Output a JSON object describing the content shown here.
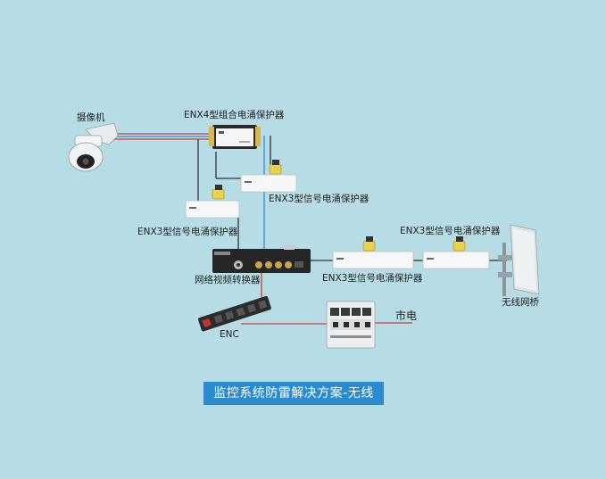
{
  "labels": {
    "camera": "摄像机",
    "enx4": "ENX4型组合电涌保护器",
    "enx3_a": "ENX3型信号电涌保护器",
    "enx3_b": "ENX3型信号电涌保护器",
    "enx3_c": "ENX3型信号电涌保护器",
    "enx3_d": "ENX3型信号电涌保护器",
    "converter": "网络视频转换器",
    "bridge": "无线网桥",
    "enc": "ENC",
    "mains": "市电"
  },
  "title": "监控系统防雷解决方案-无线",
  "colors": {
    "background": "#b6dde6",
    "title_bg": "#2a8bd0",
    "line_red": "#d33b3b",
    "line_blue": "#2f8fd8",
    "line_dark": "#333333"
  }
}
